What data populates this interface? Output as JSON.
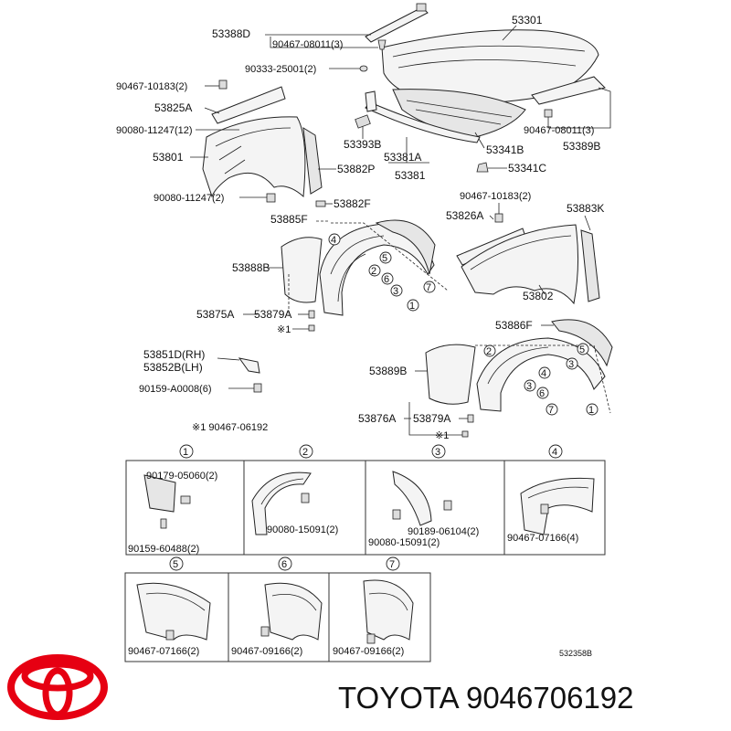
{
  "labels": {
    "p53388D": "53388D",
    "p53301": "53301",
    "p90467_08011_a": "90467-08011(3)",
    "p90333_25001": "90333-25001(2)",
    "p90467_10183_a": "90467-10183(2)",
    "p53825A": "53825A",
    "p90080_11247_12": "90080-11247(12)",
    "p53801": "53801",
    "p53882P": "53882P",
    "p53393B": "53393B",
    "p53381A": "53381A",
    "p53381": "53381",
    "p53341B": "53341B",
    "p53341C": "53341C",
    "p90467_08011_b": "90467-08011(3)",
    "p53389B": "53389B",
    "p90080_11247_2": "90080-11247(2)",
    "p53882F": "53882F",
    "p53885F": "53885F",
    "p90467_10183_b": "90467-10183(2)",
    "p53883K": "53883K",
    "p53826A": "53826A",
    "p53888B": "53888B",
    "p53802": "53802",
    "p53875A": "53875A",
    "p53879A_a": "53879A",
    "mark1_a": "※1",
    "p53886F": "53886F",
    "p53851D": "53851D(RH)",
    "p53852B": "53852B(LH)",
    "p53889B": "53889B",
    "p90159_A0008": "90159-A0008(6)",
    "p53876A": "53876A",
    "p53879A_b": "53879A",
    "mark1_b": "※1",
    "note_mark1": "※1 90467-06192",
    "d1_a": "90179-05060(2)",
    "d1_b": "90159-60488(2)",
    "d2_a": "90080-15091(2)",
    "d3_a": "90189-06104(2)",
    "d3_b": "90080-15091(2)",
    "d4_a": "90467-07166(4)",
    "d5_a": "90467-07166(2)",
    "d6_a": "90467-09166(2)",
    "d7_a": "90467-09166(2)",
    "figure_code": "532358B"
  },
  "callouts": [
    "1",
    "2",
    "3",
    "4",
    "5",
    "6",
    "7"
  ],
  "brand": {
    "caption": "TOYOTA 9046706192",
    "logo_color": "#e60012"
  }
}
